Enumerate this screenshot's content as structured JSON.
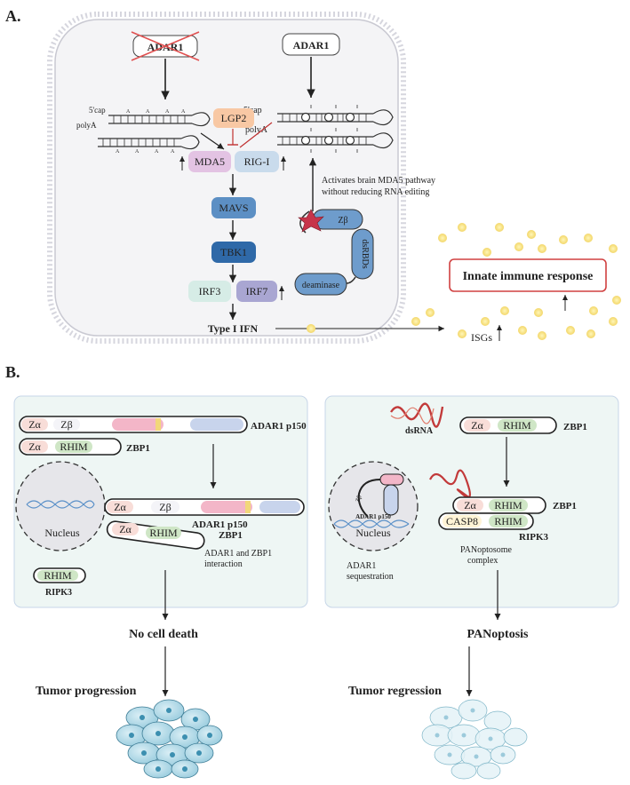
{
  "panel_a": {
    "label": "A.",
    "adar1_knockout": "ADAR1",
    "adar1": "ADAR1",
    "cap_left": "5'cap",
    "polya_left": "polyA",
    "cap_right": "5'cap",
    "polya_right": "polyA",
    "stem_marks": [
      "A",
      "A",
      "A",
      "A",
      "A",
      "A",
      "A",
      "A"
    ],
    "lgp2": "LGP2",
    "mda5": "MDA5",
    "rigi": "RIG-I",
    "mavs": "MAVS",
    "tbk1": "TBK1",
    "irf3": "IRF3",
    "irf7": "IRF7",
    "ifn": "Type I IFN",
    "note_line1": "Activates brain MDA5 pathway",
    "note_line2": "without reducing RNA editing",
    "zbeta": "Zβ",
    "dsrbds": "dsRBDs",
    "deaminase": "deaminase",
    "innate": "Innate immune response",
    "isgs": "ISGs"
  },
  "panel_b": {
    "label": "B.",
    "left": {
      "za": "Zα",
      "zb": "Zβ",
      "adar1_p150": "ADAR1 p150",
      "rhim": "RHIM",
      "zbp1": "ZBP1",
      "nucleus": "Nucleus",
      "complex_za1": "Zα",
      "complex_zb": "Zβ",
      "complex_adar": "ADAR1 p150",
      "complex_za2": "Zα",
      "complex_rhim": "RHIM",
      "complex_zbp1": "ZBP1",
      "interaction_line1": "ADAR1 and ZBP1",
      "interaction_line2": "interaction",
      "ripk3_rhim": "RHIM",
      "ripk3": "RIPK3",
      "outcome": "No cell death",
      "tumor": "Tumor progression"
    },
    "right": {
      "dsrna": "dsRNA",
      "za": "Zα",
      "rhim": "RHIM",
      "zbp1": "ZBP1",
      "nuc_zb": "Zβ",
      "nuc_adar": "ADAR1 p150",
      "nucleus": "Nucleus",
      "sequestration_line1": "ADAR1",
      "sequestration_line2": "sequestration",
      "pan_za": "Zα",
      "pan_rhim": "RHIM",
      "pan_zbp1": "ZBP1",
      "casp8": "CASP8",
      "rhim2": "RHIM",
      "ripk3": "RIPK3",
      "panopto_line1": "PANoptosome",
      "panopto_line2": "complex",
      "outcome": "PANoptosis",
      "tumor": "Tumor regression"
    }
  }
}
